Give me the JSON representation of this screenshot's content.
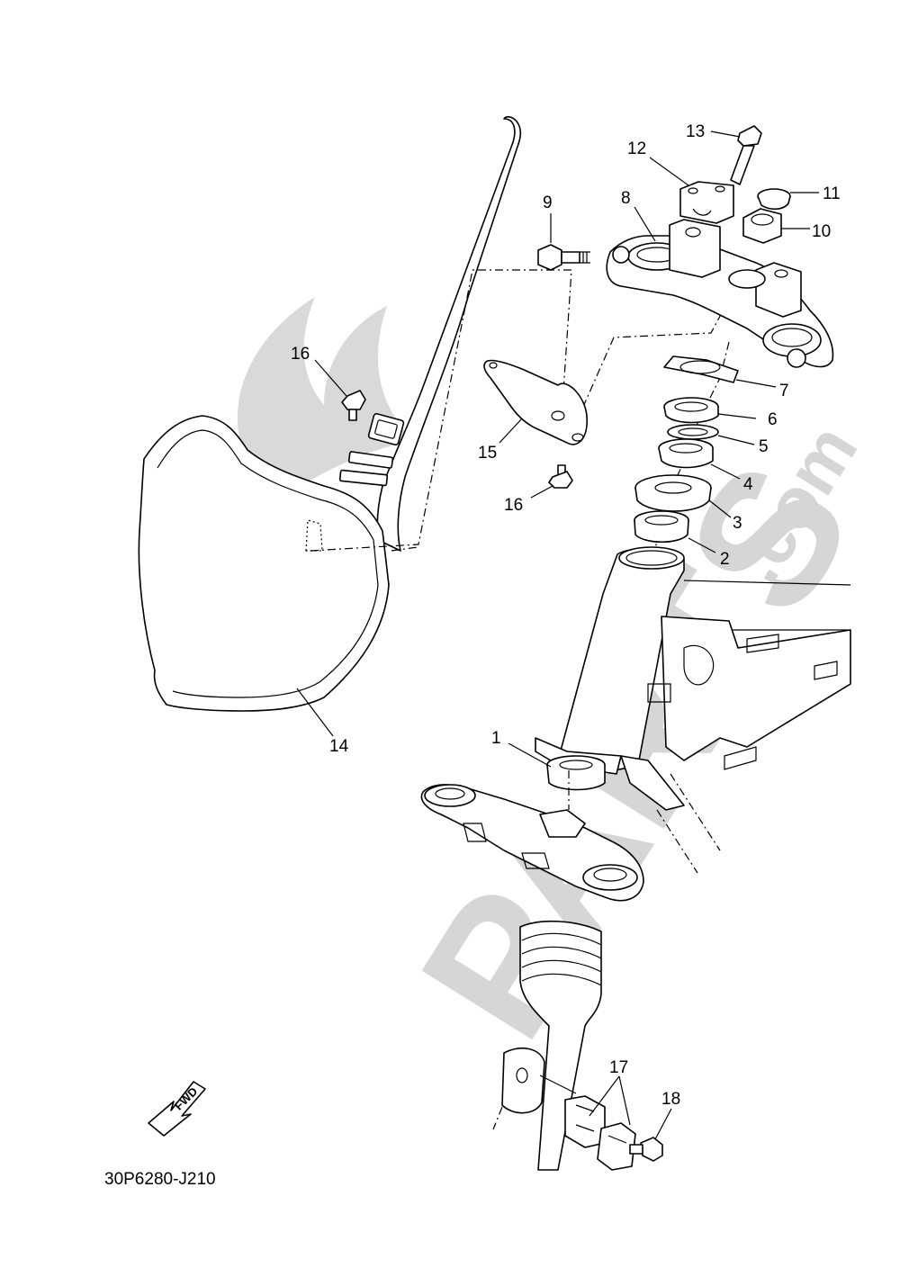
{
  "diagram": {
    "code": "30P6280-J210",
    "fwd_label": "FWD"
  },
  "watermark": {
    "text": "PARTS",
    "suffix": ".com"
  },
  "callouts": [
    "1",
    "2",
    "3",
    "4",
    "5",
    "6",
    "7",
    "8",
    "9",
    "10",
    "11",
    "12",
    "13",
    "14",
    "15",
    "16",
    "16",
    "17",
    "18"
  ]
}
